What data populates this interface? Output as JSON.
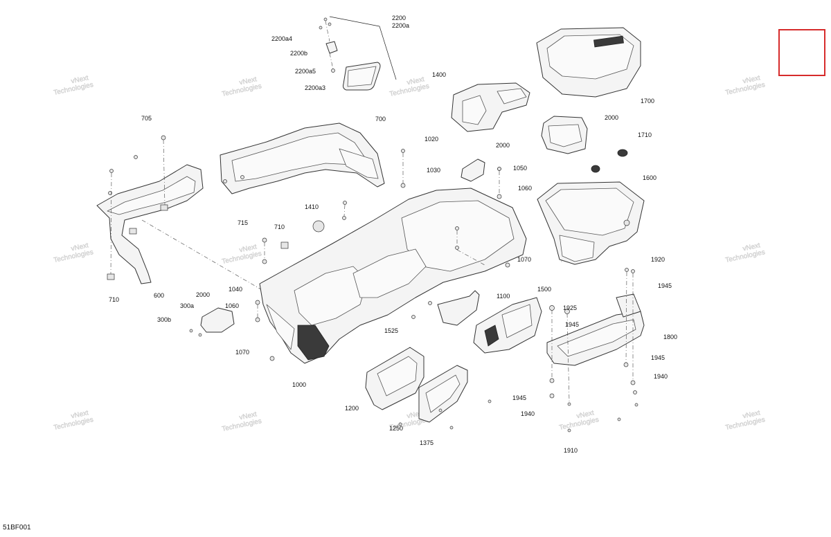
{
  "diagram": {
    "code": "51BF001",
    "watermark_lines": [
      "vNext",
      "Technologies"
    ],
    "highlight_color": "#d62b2b",
    "labels": [
      "2200",
      "2200a",
      "2200a4",
      "2200b",
      "2200a5",
      "2200a3",
      "1400",
      "1700",
      "2000",
      "1710",
      "1600",
      "705",
      "700",
      "1020",
      "2000",
      "1030",
      "1050",
      "1060",
      "1410",
      "715",
      "710",
      "1070",
      "1920",
      "1945",
      "1500",
      "1925",
      "1945",
      "1800",
      "1945",
      "1940",
      "1945",
      "1940",
      "1910",
      "1100",
      "1525",
      "1040",
      "1060",
      "2000",
      "300a",
      "300b",
      "710",
      "600",
      "1070",
      "1000",
      "1200",
      "1250",
      "1375"
    ]
  }
}
